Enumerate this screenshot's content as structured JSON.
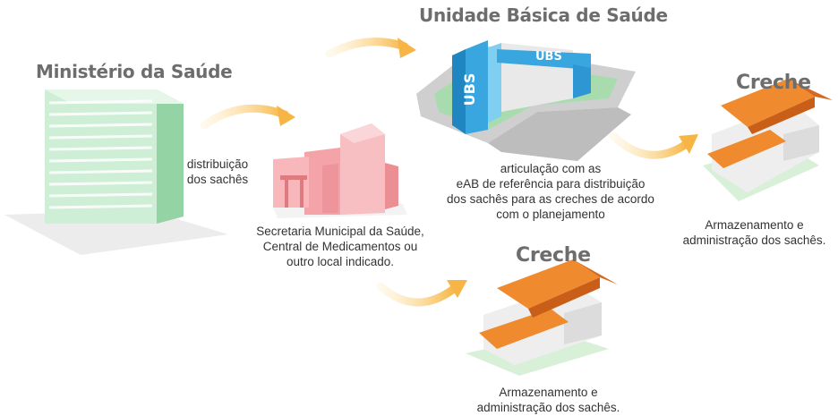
{
  "nodes": {
    "ministerio": {
      "title": "Ministério da Saúde"
    },
    "ubs": {
      "title": "Unidade Básica de Saúde",
      "sign_front": "UBS",
      "sign_side": "UBS"
    },
    "creche_right": {
      "title": "Creche",
      "caption": [
        "Armazenamento e",
        "administração dos sachês."
      ]
    },
    "creche_bottom": {
      "title": "Creche",
      "caption": [
        "Armazenamento e",
        "administração dos sachês."
      ]
    },
    "secretaria": {
      "caption": [
        "Secretaria Municipal da Saúde,",
        "Central de Medicamentos ou",
        "outro local indicado."
      ]
    }
  },
  "edges": {
    "distribuicao": [
      "distribuição",
      "dos sachês"
    ],
    "articulacao": [
      "articulação com as",
      "eAB de referência para distribuição",
      "dos sachês para as creches de acordo",
      "com o planejamento"
    ]
  },
  "colors": {
    "arrow": "#f7b545",
    "ministry_building": "#b9e6c5",
    "secretaria_building": "#f4a3a8",
    "ubs_blue": "#3aa6e0",
    "roof": "#f0822a",
    "ground_green": "#b8e0b8",
    "title_gray": "#6d6d6d"
  }
}
